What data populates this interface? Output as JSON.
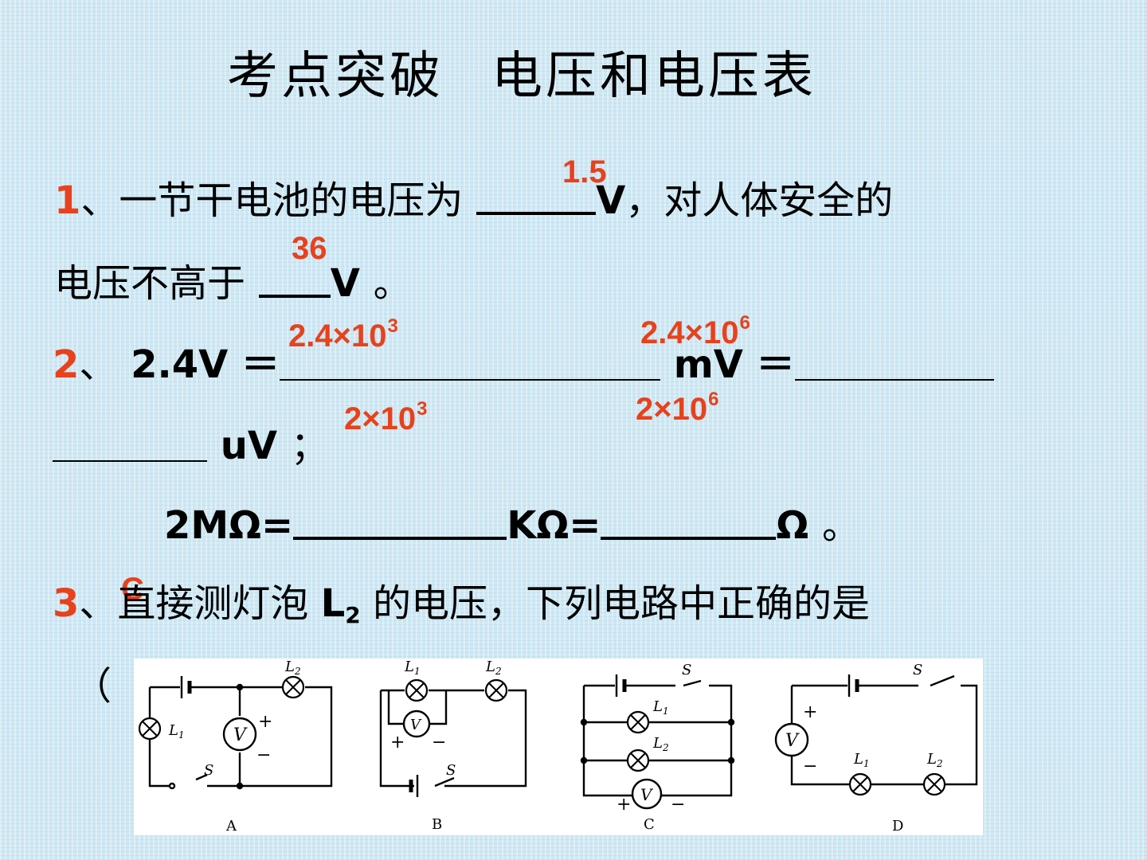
{
  "title": {
    "part1": "考点突破",
    "part2": "电压和电压表"
  },
  "q1": {
    "num": "1",
    "text_a": "、一节干电池的电压为",
    "unit_a": "V",
    "text_b": "，对人体安全的",
    "text_c": "电压不高于",
    "unit_b": "V",
    "end": "。",
    "answer_a": "1.5",
    "answer_b": "36"
  },
  "q2": {
    "num": "2",
    "sep": "、",
    "lhs": "2.4V ＝",
    "unit_mv": "mV ＝",
    "unit_uv": "uV",
    "semi": "；",
    "answer_mv": {
      "base": "2.4×10",
      "exp": "3"
    },
    "answer_uv": {
      "base": "2.4×10",
      "exp": "6"
    },
    "answer_k": {
      "base": "2×10",
      "exp": "3"
    },
    "answer_ohm": {
      "base": "2×10",
      "exp": "6"
    },
    "res_lhs": "2MΩ=",
    "res_mid": "KΩ=",
    "res_unit": "Ω",
    "res_end": "。"
  },
  "q3": {
    "num": "3",
    "answer": "C",
    "text_a": "、直接测灯泡 ",
    "l": "L",
    "l_sub": "2",
    "text_b": " 的电压，下列电路中正确的是",
    "paren": "（"
  },
  "diagram": {
    "labels": [
      "A",
      "B",
      "C",
      "D"
    ],
    "switch": "S",
    "lamp1": "L",
    "lamp1_sub": "1",
    "lamp2": "L",
    "lamp2_sub": "2",
    "meter": "V",
    "plus": "+",
    "minus": "−"
  }
}
